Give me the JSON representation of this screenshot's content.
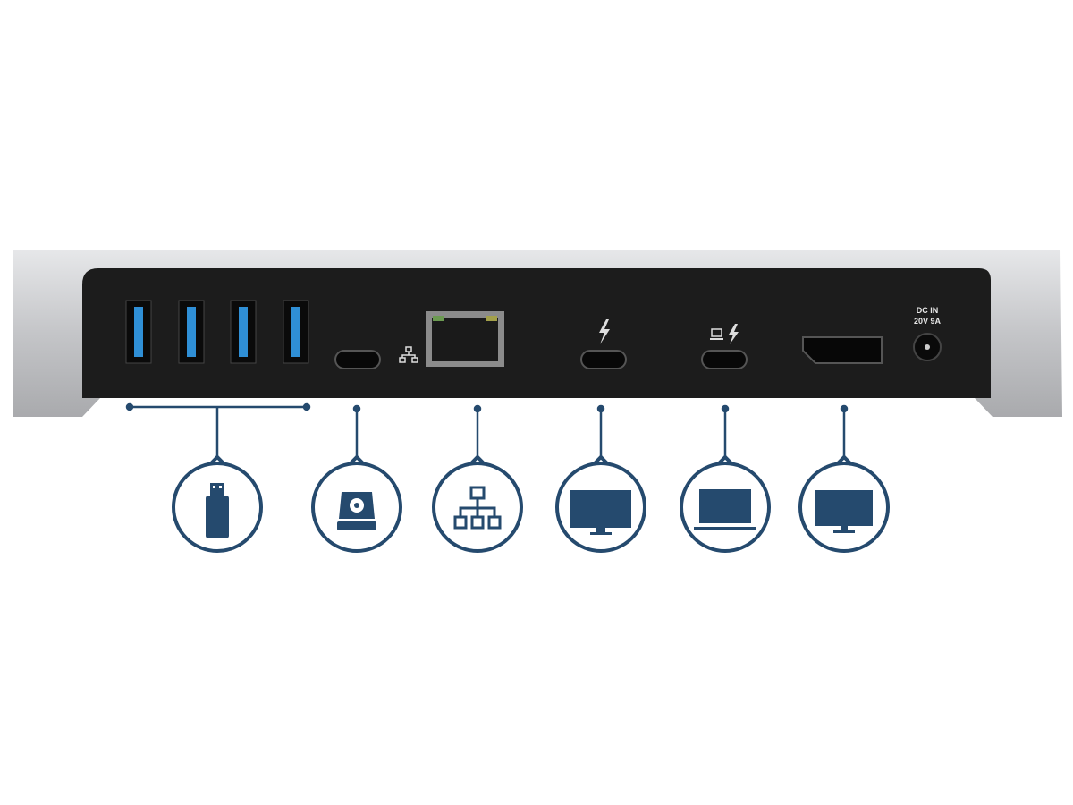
{
  "device": {
    "power_label_line1": "DC IN",
    "power_label_line2": "20V 9A"
  },
  "ports": [
    {
      "name": "usb-a-ports",
      "icon": "usb-drive-icon"
    },
    {
      "name": "usb-c-port",
      "icon": "hard-drive-icon"
    },
    {
      "name": "ethernet-port",
      "icon": "network-icon"
    },
    {
      "name": "thunderbolt-port",
      "icon": "monitor-icon"
    },
    {
      "name": "thunderbolt-host-port",
      "icon": "laptop-icon"
    },
    {
      "name": "displayport",
      "icon": "monitor-icon"
    }
  ],
  "colors": {
    "icon": "#254a6e",
    "panel": "#1b1b1b",
    "shell": "#c9cacc",
    "usb_blue": "#2f8fd6"
  }
}
